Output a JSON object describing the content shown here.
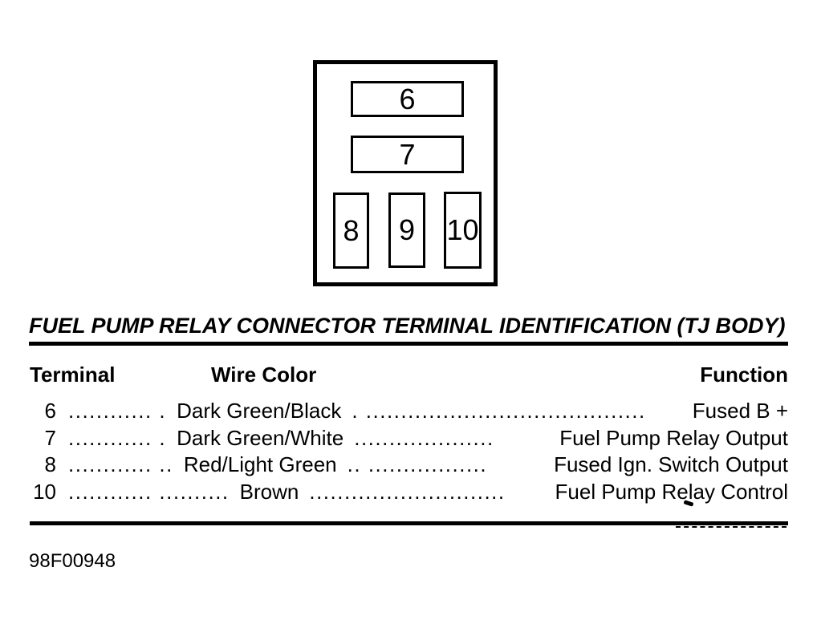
{
  "connector": {
    "pins": [
      "6",
      "7",
      "8",
      "9",
      "10"
    ]
  },
  "title": "FUEL PUMP RELAY CONNECTOR TERMINAL IDENTIFICATION (TJ BODY)",
  "table": {
    "headers": {
      "terminal": "Terminal",
      "wire_color": "Wire Color",
      "function": "Function"
    },
    "rows": [
      {
        "terminal": "6",
        "leader1": "............ .",
        "wire_color": "Dark Green/Black",
        "leader2": ". ........................................",
        "function": "Fused B +"
      },
      {
        "terminal": "7",
        "leader1": "............ .",
        "wire_color": "Dark Green/White",
        "leader2": "....................",
        "function": "Fuel Pump Relay Output"
      },
      {
        "terminal": "8",
        "leader1": "............ ..",
        "wire_color": "Red/Light Green",
        "leader2": ".. .................",
        "function": "Fused Ign. Switch Output"
      },
      {
        "terminal": "10",
        "leader1": "............ ..........",
        "wire_color": "Brown",
        "leader2": "............................",
        "function": "Fuel Pump Relay Control"
      }
    ]
  },
  "figure_id": "98F00948"
}
